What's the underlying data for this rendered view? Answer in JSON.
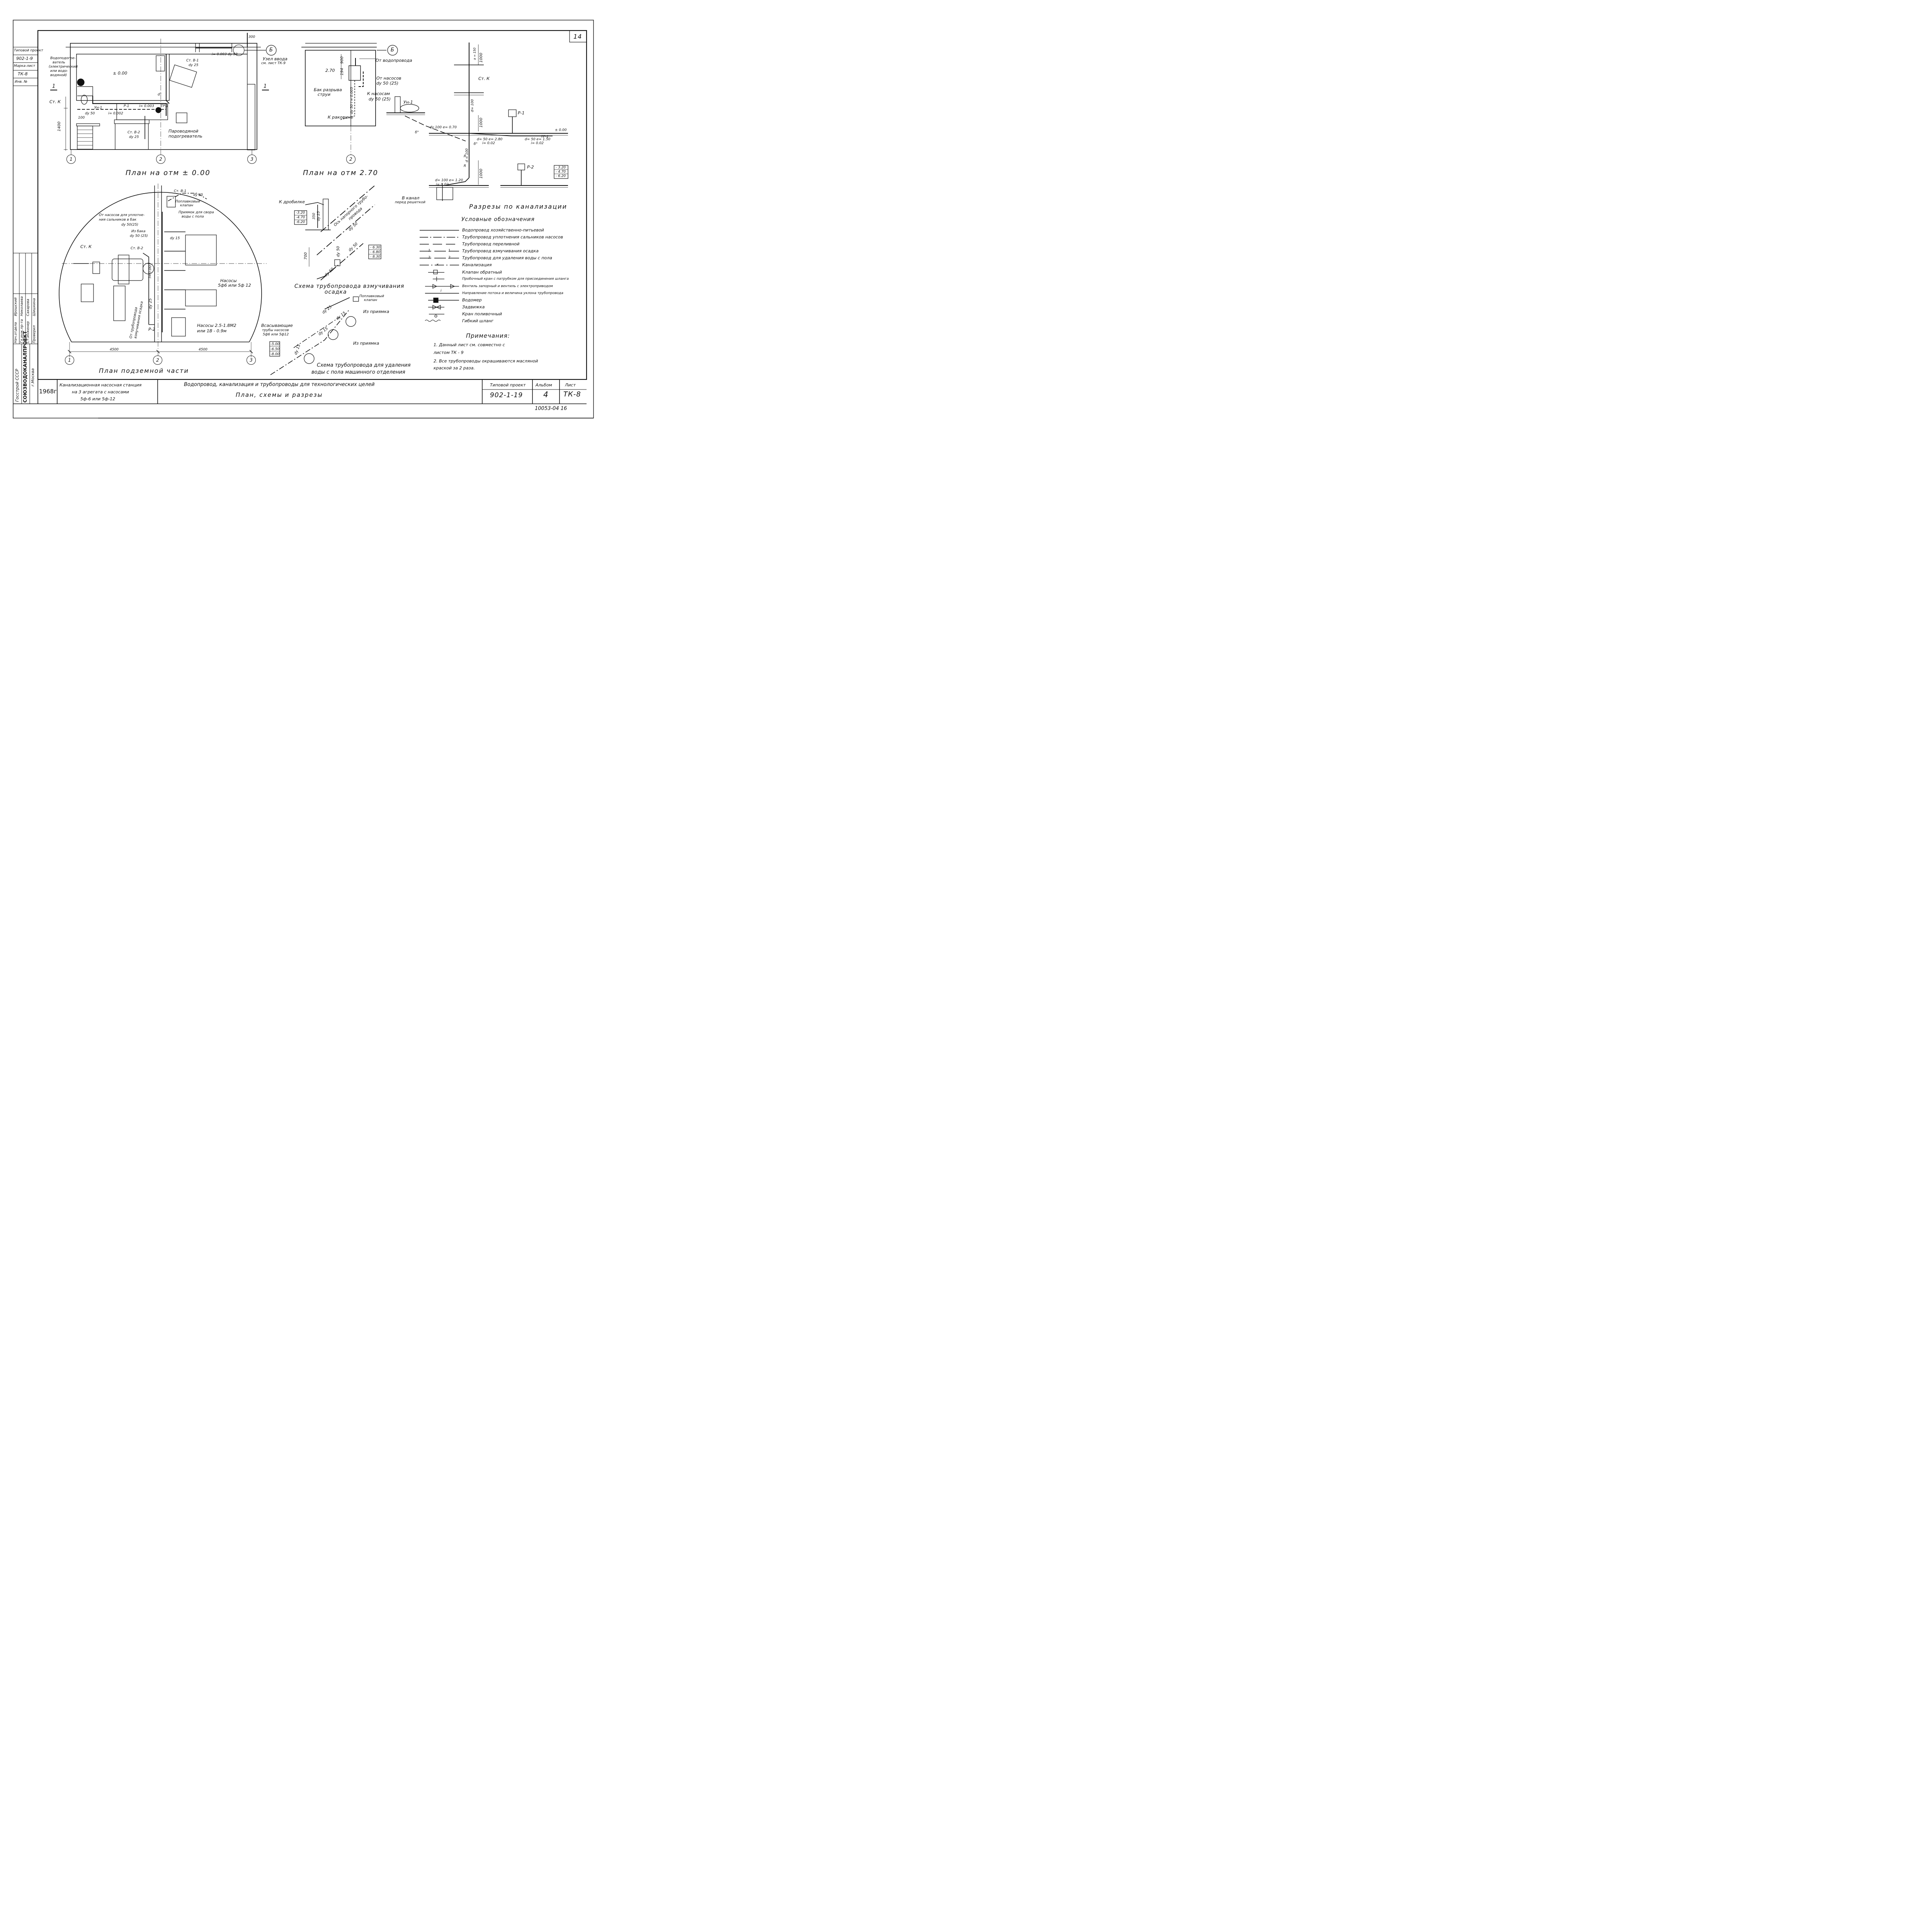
{
  "sheet_number": "14",
  "stamp": {
    "line1": "Типовой проект",
    "line2": "902-1-9",
    "line3": "Марка-лист",
    "line4": "ТК-8",
    "line5": "Инв. №"
  },
  "side_labels": {
    "vodopodogrevatel": [
      "Водоподогре-",
      "ватель",
      "(электрический",
      "или водо-",
      "водяной)"
    ],
    "gosstroy": "Госстрой СССР",
    "soyuz": "СОЮЗВОДОКАНАЛПРОЕКТ",
    "moscow": "г.Москва"
  },
  "people": [
    {
      "role": "Нач.отдела",
      "name": "Ирошский"
    },
    {
      "role": "Гл.инж.пр-та",
      "name": "Николаева"
    },
    {
      "role": "Ст.инженер",
      "name": "Сахарова"
    },
    {
      "role": "Проверил",
      "name": "Шишкина"
    }
  ],
  "plan1": {
    "title": "План на отм ± 0.00",
    "marks": {
      "elev": "± 0.00",
      "p300": "300",
      "axis_b": "Б",
      "slope1": "i= 0.003 dy 50",
      "node_entry": "Узел ввода",
      "node_ref": "см. лист ТК-9",
      "st_v1": "Ст. В-1",
      "dy25a": "dy 25",
      "d_mark": "d°",
      "st_k": "Ст. К",
      "un1": "Ун-1",
      "dy50": "dy 50",
      "slope2": "i= 0.002",
      "slope3": "i= 0.003",
      "p1": "Р-1",
      "tr1": "ТР-1",
      "d100": "100",
      "d1400": "1400",
      "st_v2": "Ст. В-2",
      "dy25b": "dy 25",
      "heater": "Пароводяной",
      "heater2": "подогреватель",
      "cut": "1",
      "ax1": "1",
      "ax2": "2",
      "ax3": "3"
    }
  },
  "plan2": {
    "title": "План на отм   2.70",
    "marks": {
      "axis_b": "Б",
      "elev": "2.70",
      "from_water": "От водопровода",
      "from_pumps": "От насосов",
      "dy50_25": "dy 50 (25)",
      "tank": "Бак разрыва",
      "tank2": "струи",
      "to_pumps": "К насосам",
      "dy50_25b": "dy 50 (25)",
      "to_sink": "К раковине",
      "d900": "900",
      "d194": "194",
      "vert_pipe": "dy 50 i = 0.003",
      "ax2": "2"
    }
  },
  "sections": {
    "title": "Разрезы по канализации",
    "marks": {
      "a150": "a = 150",
      "d1000a": "1000",
      "st_k": "Ст. К",
      "un1": "Ун-1",
      "d100": "d= 100",
      "p1": "Р-1",
      "d1000b": "1000",
      "elev0": "± 0.00",
      "tr1": "ТР-1",
      "dy100": "dy 100  e= 0.70",
      "b_mark": "б°",
      "seg1": "d= 50   e= 2.80",
      "seg1i": "i= 0.02",
      "seg2": "d= 50   e= 1.50",
      "seg2i": "i= 0.02",
      "b2": "б°",
      "d100b": "d = 100",
      "d1000c": "1000",
      "p2": "Р-2",
      "lv": [
        "- 3.20",
        "- 4.70",
        "- 6.20"
      ],
      "seg3": "d= 100  e= 1.20",
      "seg3i": "i= 0.02",
      "canal": "В канал",
      "canal2": "перед решеткой",
      "r1": "R",
      "r2": "R"
    }
  },
  "legend": {
    "title": "Условные обозначения",
    "items": [
      "Водопровод хозяйственно-питьевой",
      "Трубопровод уплотнения сальников насосов",
      "Трубопровод переливной",
      "Трубопровод взмучивания осадка",
      "Трубопровод для удаления воды с пола",
      "Канализация",
      "Клапан обратный",
      "Пробочный кран с патрубком для присоединения шланга",
      "Вентиль запорный и вентиль с электроприводом",
      "Направление потока и величина уклона трубопровода",
      "Водомер",
      "Задвижка",
      "Кран поливочный",
      "Гибкий шланг"
    ],
    "marks": {
      "m1": "1",
      "m2": "2",
      "m3": "к",
      "i": "i"
    }
  },
  "notes": {
    "title": "Примечания:",
    "n1a": "1. Данный лист  см. совместно  с",
    "n1b": "листом    ТК - 9",
    "n2a": "2. Все  трубопроводы  окрашиваются  масляной",
    "n2b": "краской  за  2 раза."
  },
  "plan3": {
    "title": "План подземной части",
    "marks": {
      "st_v1": "Ст. В-1",
      "dy25": "dy 25",
      "float": "Поплавковый",
      "float2": "клапан",
      "pit": "Приямок для свора",
      "pit2": "воды с пола",
      "seal": "От насосов для уплотне-",
      "seal2": "ния сальников в бак",
      "seal3": "dy 50(25)",
      "from_tank": "Из бака",
      "from_tank2": "dy 50 (25)",
      "st_k": "Ст. К",
      "st_v2": "Ст. В-2",
      "dy15": "dy 15",
      "slope": "i=0.003",
      "dy25v": "dy 25",
      "pumps": "Насосы",
      "pumps2": "5ф6 или 5ф 12",
      "pumps3": "Насосы 2.5-1.8М2",
      "pumps4": "или 1В - 0.9м",
      "p2": "Р-2",
      "from_agit": "От трубопровода",
      "from_agit2": "взмучивания осадка",
      "d4500a": "4500",
      "d4500b": "4500",
      "ax1": "1",
      "ax2": "2",
      "ax3": "3"
    }
  },
  "scheme1": {
    "title": "Схема трубопровода  взмучивания",
    "title2": "осадка",
    "marks": {
      "to_drill": "К дробилке",
      "lv": [
        "-3.20",
        "-4.70",
        "-6.20"
      ],
      "axis_note": "Ось напорного трубо-",
      "axis_note2": "провода",
      "dy50": "dy 50",
      "dy50b": "dy 50",
      "dy50c": "dy 50",
      "dy50d": "dy 50",
      "d700": "700",
      "d350": "350",
      "dy25": "dy 25",
      "lv2": [
        "- 6.30",
        "- 6.80",
        "- 8.30"
      ]
    }
  },
  "scheme2": {
    "title": "Схема трубопровода для удаления",
    "title2": "воды с пола машинного отделения",
    "marks": {
      "float": "Поплавковый",
      "float2": "клапан",
      "from_pit": "Из приямка",
      "from_pit2": "Из приямка",
      "suction": "Всасывающие",
      "suction2": "трубы насосов",
      "suction3": "5ф6 или 5ф12",
      "lv": [
        "-5.00",
        "-6.50",
        "-8.00"
      ],
      "dy25": "dy 25",
      "dy15a": "dy 15",
      "dy15b": "dy 15",
      "dy15c": "dy 15"
    }
  },
  "title_block": {
    "year": "1968г",
    "object1": "Канализационная насосная станция",
    "object2": "на 3 агрегата  с насосами",
    "object3": "5ф-6  или  5ф-12",
    "subject1": "Водопровод, канализация  и  трубопроводы  для  технологических  целей",
    "subject2": "План,   схемы   и   разрезы",
    "project_label": "Типовой проект",
    "project": "902-1-19",
    "album_label": "Альбом",
    "album": "4",
    "sheet_label": "Лист",
    "sheet": "ТК-8"
  },
  "footer_code": "10053-04  16"
}
